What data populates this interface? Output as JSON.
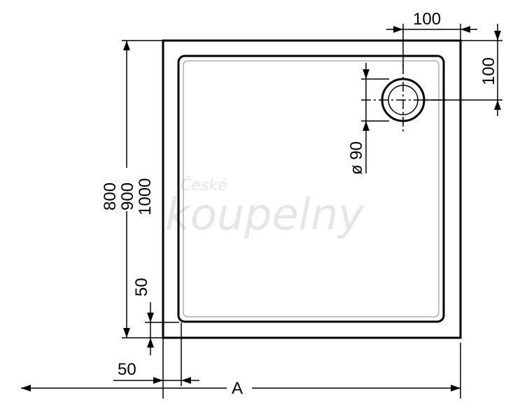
{
  "dimensions": {
    "top_offset": "100",
    "right_offset": "100",
    "drain_diameter": "ø 90",
    "heights": [
      "800",
      "900",
      "1000"
    ],
    "inner_left_margin": "50",
    "inner_bottom_margin": "50",
    "width": "A"
  },
  "watermark": {
    "line1": "České",
    "line2": "koupelny"
  },
  "colors": {
    "line": "#000000",
    "watermark": "#e6e6e6"
  }
}
